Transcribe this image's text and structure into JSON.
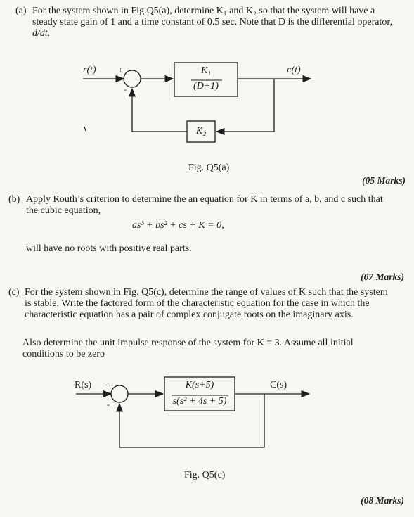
{
  "part_a": {
    "label": "(a)",
    "text_line1": "For the system shown in Fig.Q5(a), determine K₁ and K₂ so that the system will have a",
    "text_line2": "steady state gain of 1 and a time constant of 0.5 sec. Note that D is the differential operator,",
    "text_line3": "d/dt.",
    "figure": {
      "input": "r(t)",
      "output": "c(t)",
      "plus": "+",
      "minus": "-",
      "forward_num": "K₁",
      "forward_den": "(D+1)",
      "feedback": "K₂",
      "caption": "Fig. Q5(a)"
    },
    "marks": "(05 Marks)"
  },
  "part_b": {
    "label": "(b)",
    "text_line1": "Apply Routh’s criterion to determine the an equation for K in terms of a, b, and c such that",
    "text_line2": "the cubic equation,",
    "equation": "as³ + bs² + cs + K = 0,",
    "text_line3": "will have no roots with positive real parts.",
    "marks": "(07 Marks)"
  },
  "part_c": {
    "label": "(c)",
    "text_line1": "For the system shown in Fig. Q5(c), determine the range of values of K such that the system",
    "text_line2": "is stable. Write the factored form of the characteristic equation for the case in which the",
    "text_line3": "characteristic equation has a pair of complex conjugate roots on the imaginary axis.",
    "text_line4": "Also determine the unit impulse response of the system for K = 3. Assume all initial",
    "text_line5": "conditions to be zero",
    "figure": {
      "input": "R(s)",
      "output": "C(s)",
      "plus": "+",
      "minus": "-",
      "forward_num": "K(s+5)",
      "forward_den": "s(s² + 4s + 5)",
      "caption": "Fig. Q5(c)"
    },
    "marks": "(08 Marks)"
  }
}
